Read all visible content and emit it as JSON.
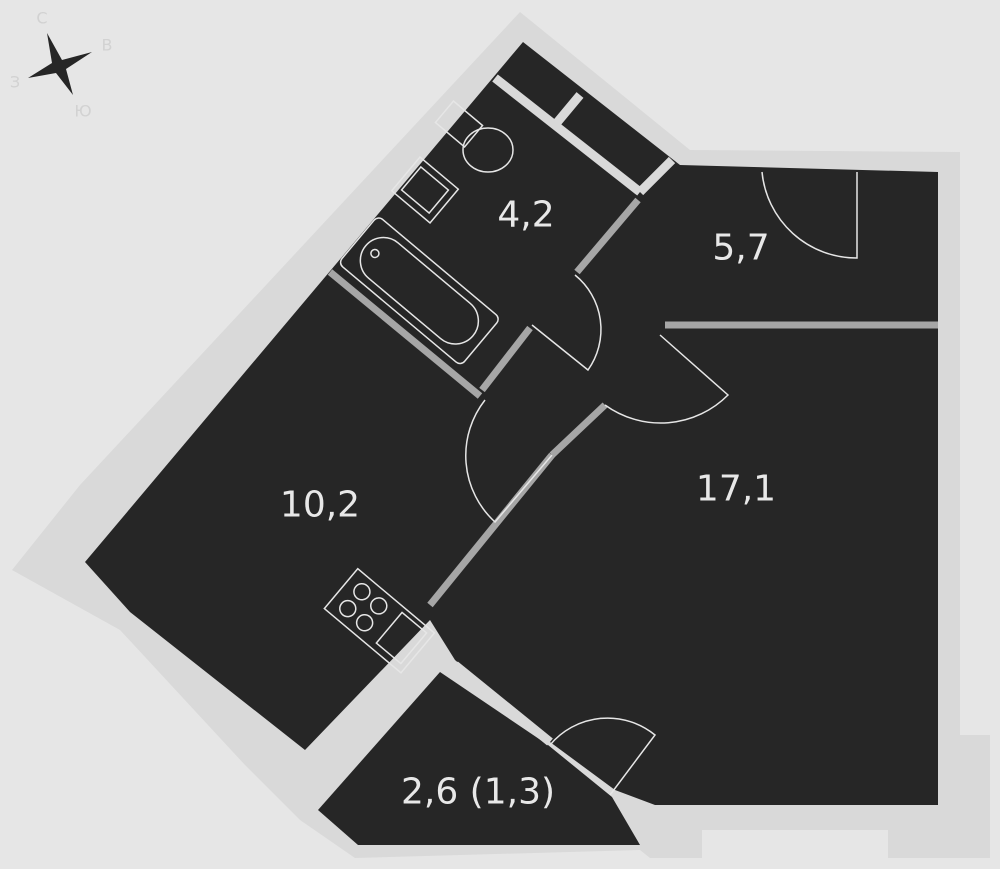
{
  "compass": {
    "north": "С",
    "east": "В",
    "west": "З",
    "south": "Ю"
  },
  "rooms": [
    {
      "name": "bathroom",
      "area": "4,2"
    },
    {
      "name": "hallway",
      "area": "5,7"
    },
    {
      "name": "kitchen",
      "area": "10,2"
    },
    {
      "name": "living-room",
      "area": "17,1"
    },
    {
      "name": "balcony",
      "area": "2,6 (1,3)"
    }
  ],
  "colors": {
    "floor": "#262626",
    "wall": "#d9d9d9",
    "partition": "#a6a6a6",
    "background": "#e6e6e6"
  }
}
